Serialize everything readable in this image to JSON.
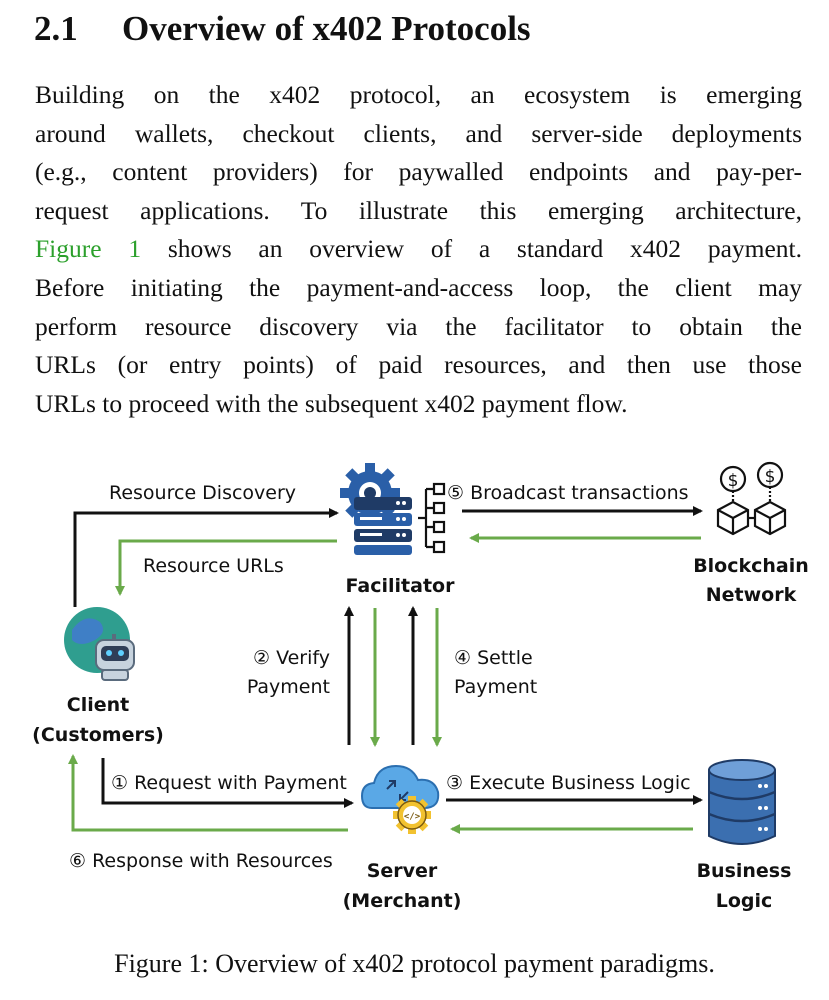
{
  "section": {
    "number": "2.1",
    "title": "Overview of x402 Protocols"
  },
  "paragraph": {
    "lines": [
      "Building on the x402 protocol, an ecosystem is emerging",
      "around wallets, checkout clients, and server-side deployments",
      "(e.g., content providers) for paywalled endpoints and pay-per-",
      "request applications. To illustrate this emerging architecture,",
      "Before initiating the payment-and-access loop, the client may",
      "perform resource discovery via the facilitator to obtain the",
      "URLs (or entry points) of paid resources, and then use those",
      "URLs to proceed with the subsequent x402 payment flow."
    ],
    "figure_ref": "Figure 1",
    "figure_ref_tail": " shows an overview of a standard x402 payment."
  },
  "diagram": {
    "nodes": {
      "facilitator": "Facilitator",
      "blockchain_line1": "Blockchain",
      "blockchain_line2": "Network",
      "client_line1": "Client",
      "client_line2": "(Customers)",
      "server_line1": "Server",
      "server_line2": "(Merchant)",
      "business_line1": "Business",
      "business_line2": "Logic"
    },
    "edges": {
      "resource_discovery": "Resource Discovery",
      "resource_urls": "Resource URLs",
      "broadcast": "⑤ Broadcast transactions",
      "verify_line1": "② Verify",
      "verify_line2": "Payment",
      "settle_line1": "④ Settle",
      "settle_line2": "Payment",
      "request": "① Request with Payment",
      "execute": "③ Execute Business Logic",
      "response": "⑥ Response with Resources"
    },
    "colors": {
      "black_arrow": "#111111",
      "green_arrow": "#6aaa4a",
      "facilitator_blue": "#2a5fa8",
      "gear_dark": "#1f3b66",
      "server_cloud": "#5aa8e6",
      "server_gear": "#f2c230",
      "database_blue": "#3b6fb0",
      "globe_teal": "#2f9e8f",
      "link_green": "#2ca02c"
    }
  },
  "caption": "Figure 1: Overview of x402 protocol payment paradigms."
}
